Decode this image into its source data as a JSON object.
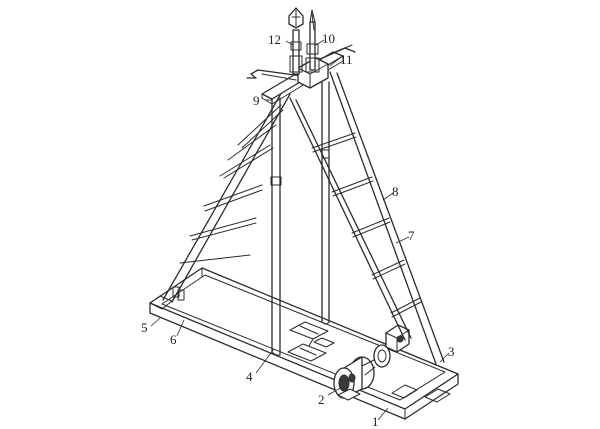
{
  "callouts": [
    {
      "id": "1",
      "text": "1"
    },
    {
      "id": "2",
      "text": "2"
    },
    {
      "id": "3",
      "text": "3"
    },
    {
      "id": "4",
      "text": "4"
    },
    {
      "id": "5",
      "text": "5"
    },
    {
      "id": "6",
      "text": "6"
    },
    {
      "id": "7",
      "text": "7"
    },
    {
      "id": "8",
      "text": "8"
    },
    {
      "id": "9",
      "text": "9"
    },
    {
      "id": "10",
      "text": "10"
    },
    {
      "id": "11",
      "text": "11"
    },
    {
      "id": "12",
      "text": "12"
    }
  ],
  "colors": {
    "line": "#2b2b2b",
    "background": "#ffffff"
  }
}
